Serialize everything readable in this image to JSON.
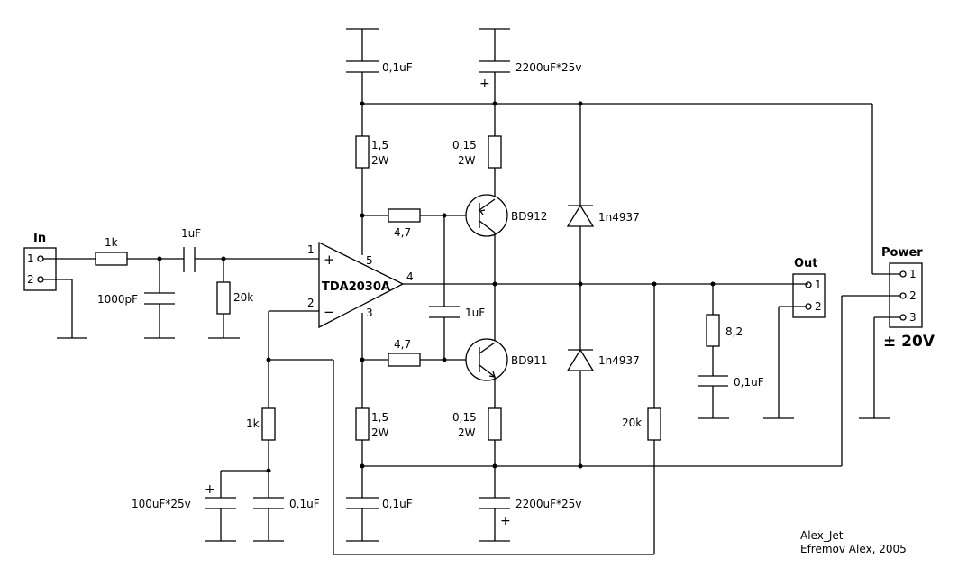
{
  "title": "TDA2030A amplifier with BD911/BD912 output booster",
  "colors": {
    "background": "#ffffff",
    "ink": "#000000"
  },
  "connectors": {
    "input": {
      "label": "In",
      "pins": [
        "1",
        "2"
      ]
    },
    "output": {
      "label": "Out",
      "pins": [
        "1",
        "2"
      ]
    },
    "power": {
      "label": "Power",
      "pins": [
        "1",
        "2",
        "3"
      ],
      "voltage": "± 20V"
    }
  },
  "ic": {
    "name": "TDA2030A",
    "pins": {
      "noninv": "1",
      "inv": "2",
      "vneg": "3",
      "out": "4",
      "vpos": "5"
    },
    "plus_sign": "+",
    "minus_sign": "−"
  },
  "components": {
    "r_in": "1k",
    "c_filter": "1000pF",
    "c_in": "1uF",
    "r_bias": "20k",
    "c_top_small": "0,1uF",
    "c_top_big": "2200uF*25v",
    "r_top_left": [
      "1,5",
      "2W"
    ],
    "r_top_right": [
      "0,15",
      "2W"
    ],
    "r_base_top": "4,7",
    "r_base_bot": "4,7",
    "c_bridge": "1uF",
    "q_top": "BD912",
    "q_bot": "BD911",
    "d_top": "1n4937",
    "d_bot": "1n4937",
    "r_bot_left": [
      "1,5",
      "2W"
    ],
    "r_bot_right": [
      "0,15",
      "2W"
    ],
    "c_bot_small": "0,1uF",
    "c_bot_big": "2200uF*25v",
    "r_fb": "20k",
    "r_gnd": "1k",
    "c_fb_elec": "100uF*25v",
    "c_fb_small": "0,1uF",
    "r_zobel": "8,2",
    "c_zobel": "0,1uF",
    "polarity_plus": "+"
  },
  "credits": [
    "Alex_Jet",
    "Efremov Alex, 2005"
  ]
}
